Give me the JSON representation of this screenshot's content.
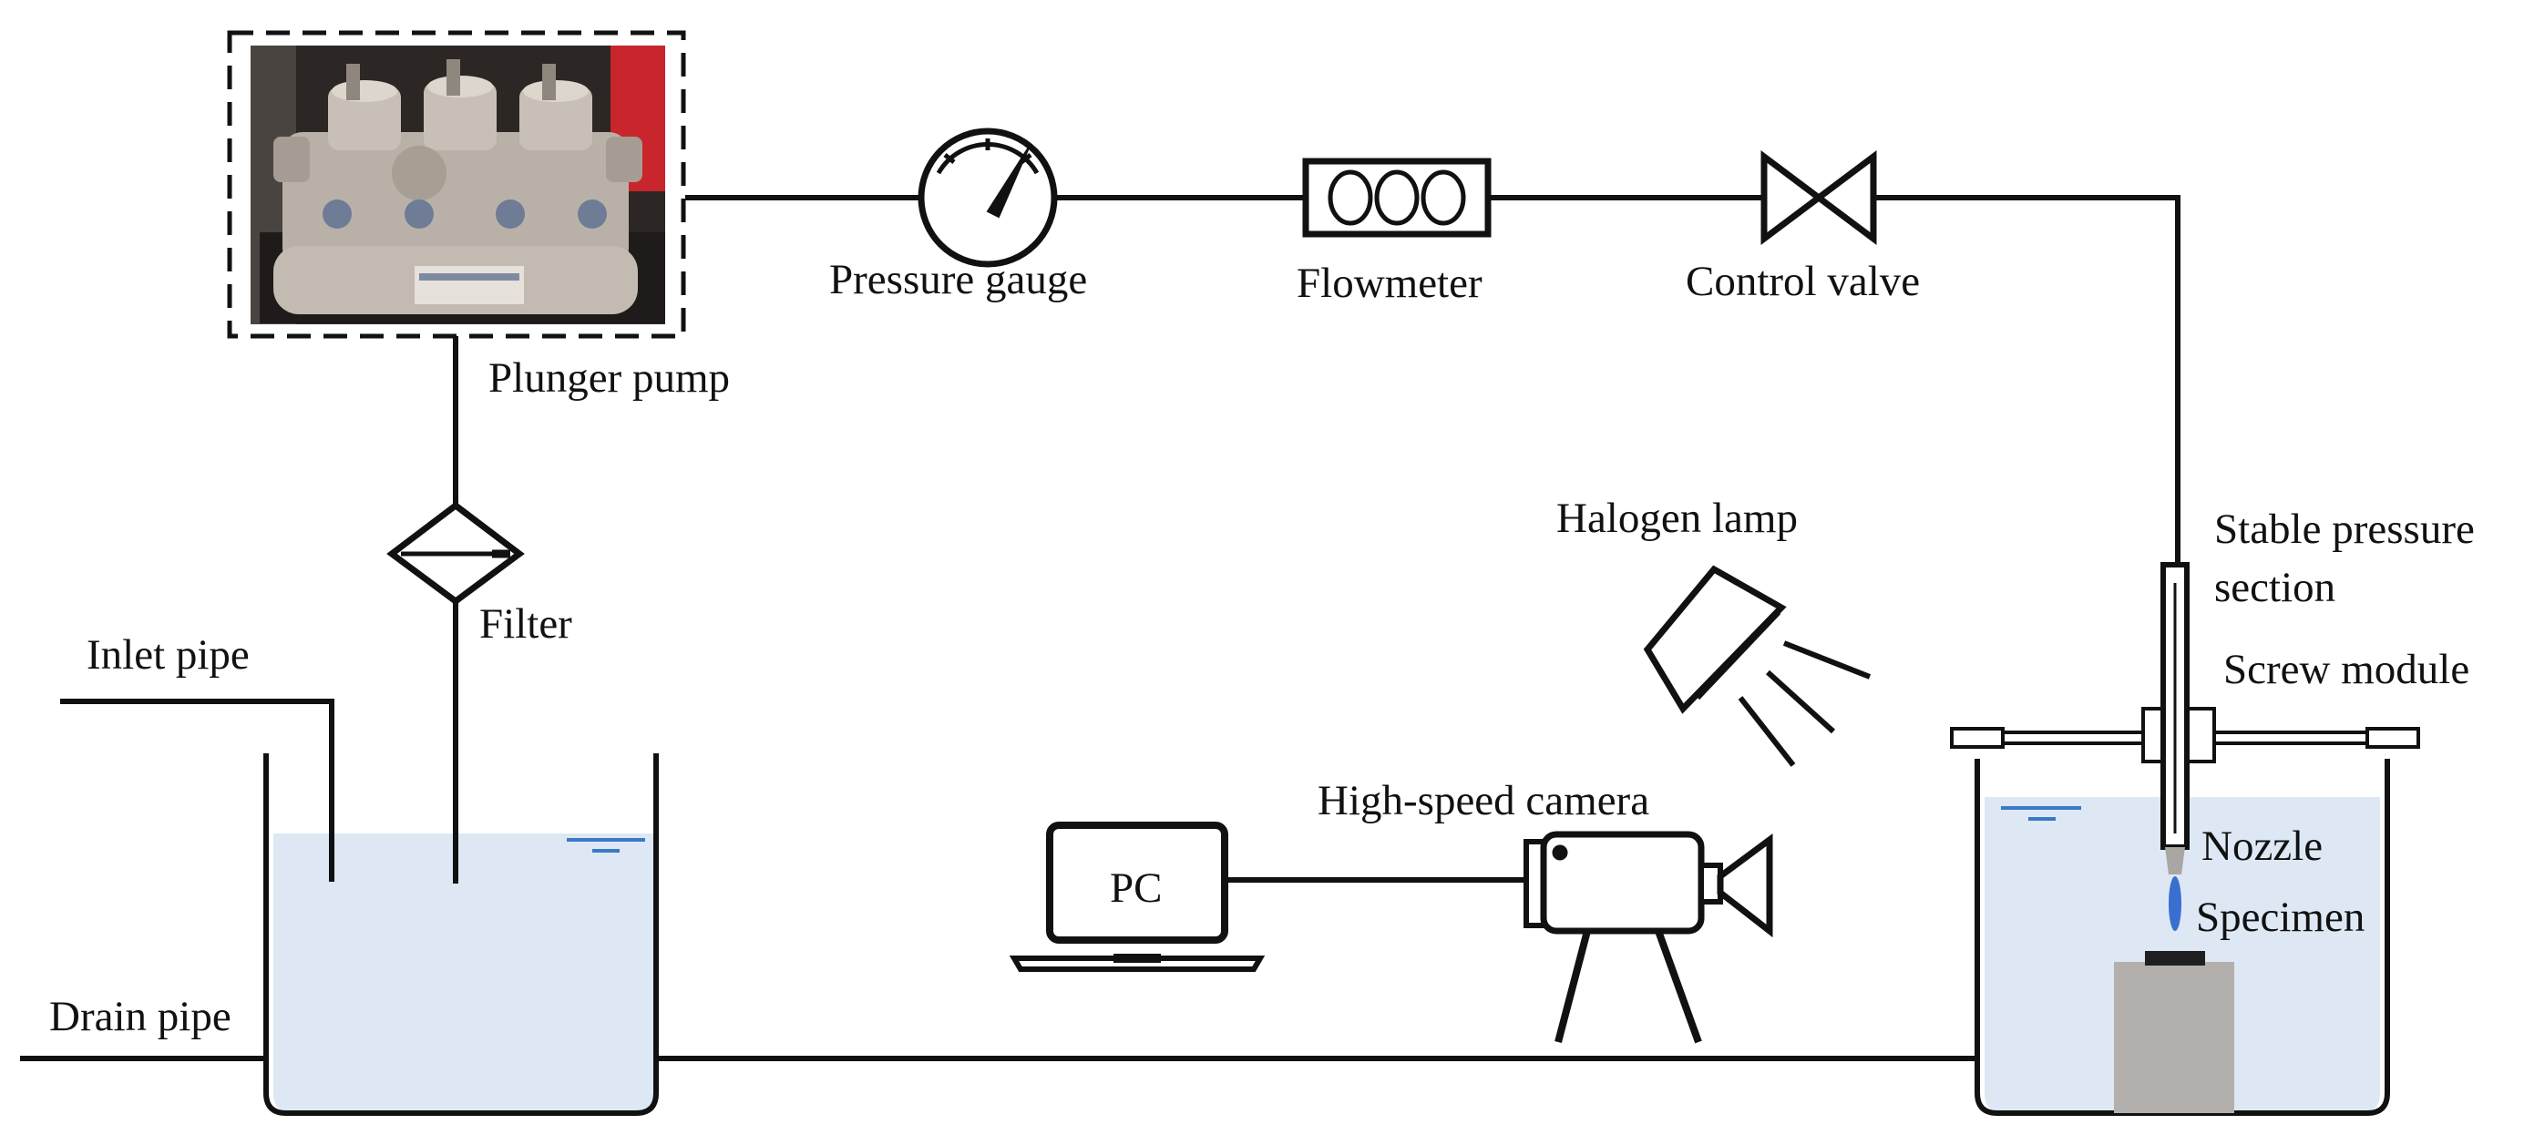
{
  "labels": {
    "plunger_pump": "Plunger pump",
    "pressure_gauge": "Pressure gauge",
    "flowmeter": "Flowmeter",
    "control_valve": "Control valve",
    "filter": "Filter",
    "inlet_pipe": "Inlet pipe",
    "drain_pipe": "Drain pipe",
    "halogen_lamp": "Halogen lamp",
    "high_speed_camera": "High-speed camera",
    "pc": "PC",
    "stable_pressure_line1": "Stable pressure",
    "stable_pressure_line2": "section",
    "screw_module": "Screw module",
    "nozzle": "Nozzle",
    "specimen": "Specimen"
  },
  "colors": {
    "line": "#111111",
    "water": "#dde8f4",
    "water_surface": "#3a78c8",
    "jet": "#3a6fcf",
    "specimen_block": "#b3afad",
    "specimen_cap": "#1f1f1f",
    "nozzle_tip": "#a9a6a4",
    "pump_metal": "#b9b1a8",
    "pump_frame_red": "#c8262c"
  }
}
